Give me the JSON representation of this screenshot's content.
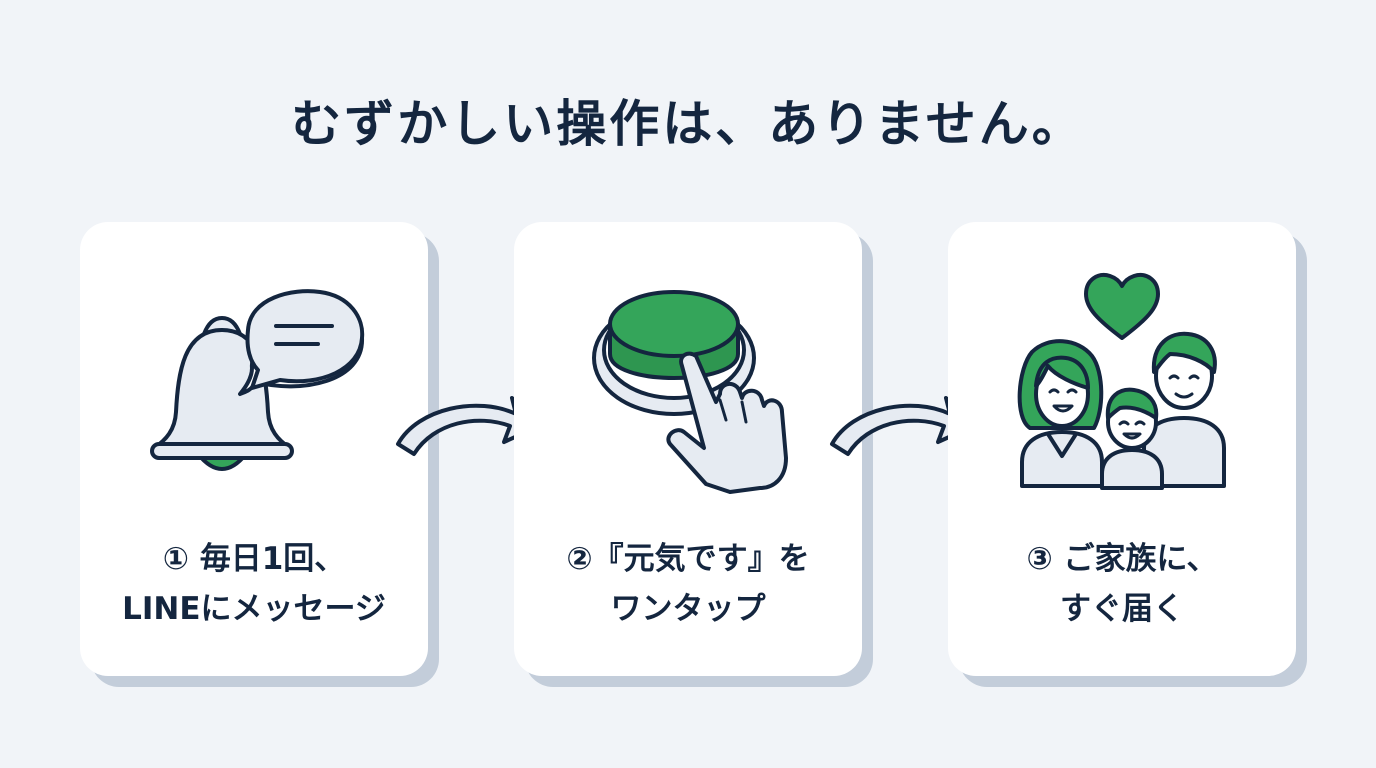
{
  "title": "むずかしい操作は、ありません。",
  "steps": [
    {
      "line1": "① 毎日1回、",
      "line2": "LINEにメッセージ",
      "icon": "bell-chat-icon"
    },
    {
      "line1": "②『元気です』を",
      "line2": "ワンタップ",
      "icon": "tap-button-icon"
    },
    {
      "line1": "③ ご家族に、",
      "line2": "すぐ届く",
      "icon": "family-heart-icon"
    }
  ],
  "colors": {
    "accent": "#34a55a",
    "navy": "#14263f",
    "light_fill": "#e6ebf2",
    "background": "#f1f4f8",
    "card_shadow": "#c3cdda"
  }
}
